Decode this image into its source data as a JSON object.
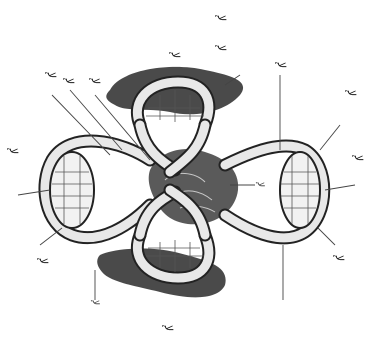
{
  "labels": {
    "top_a": "ﻹ",
    "top_b": "ﻹ",
    "top_center": "ﻹ",
    "left_top_1": "ﻹ",
    "left_top_2": "ﻹ",
    "left_top_3": "ﻹ",
    "left_mid": "ﻹ",
    "left_bottom": "ﻹ",
    "left_bottom_2": "ﻹ",
    "right_top": "ﻹ",
    "right_top_2": "ﻹ",
    "right_mid": "ﻹ",
    "right_bottom": "ﻹ",
    "center_heart": "ﻹ",
    "bottom_center": "ﻹ"
  },
  "colors": {
    "lung": "#4a4a4a",
    "vessel_outline": "#222222",
    "vessel_fill": "#e8e8e8",
    "heart": "#5a5a5a"
  }
}
